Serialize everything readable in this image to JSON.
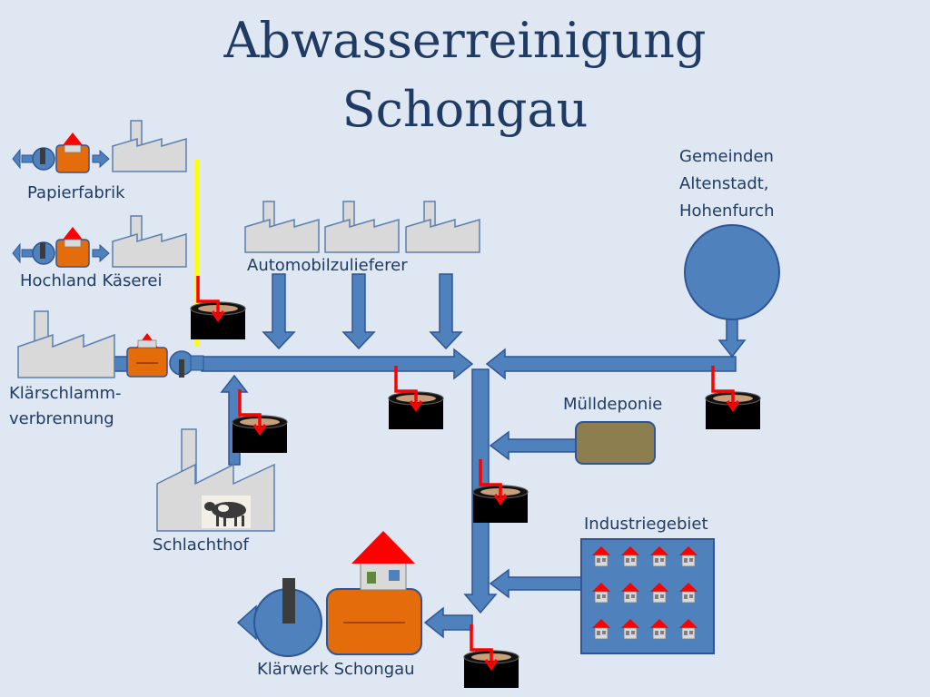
{
  "title": {
    "line1": "Abwasserreinigung",
    "line2": "Schongau"
  },
  "labels": {
    "papierfabrik": "Papierfabrik",
    "hochland": "Hochland Käserei",
    "klaerschlamm_1": "Klärschlamm-",
    "klaerschlamm_2": "verbrennung",
    "automobil": "Automobilzulieferer",
    "gemeinden_1": "Gemeinden",
    "gemeinden_2": "Altenstadt,",
    "gemeinden_3": "Hohenfurch",
    "muelldeponie": "Mülldeponie",
    "schlachthof": "Schlachthof",
    "industriegebiet": "Industriegebiet",
    "klaerwerk": "Klärwerk Schongau"
  },
  "colors": {
    "background": "#dfe8f2",
    "pipe": "#4f81bd",
    "pipe_stroke": "#2f5597",
    "factory_fill": "#d9d9d9",
    "factory_stroke": "#5b7fae",
    "tank_orange": "#e46c0a",
    "roof_red": "#ff0000",
    "sample_arrow": "#ff0000",
    "yellow_line": "#ffff00",
    "landfill": "#8c7e4e",
    "sample_vessel": "#000000",
    "title_text": "#1f3b63"
  },
  "icons": {
    "factory": "factory-icon",
    "sampler": "sample-vessel-icon",
    "house": "house-icon",
    "cow": "cow-icon",
    "treatment_tank": "treatment-tank-icon"
  }
}
